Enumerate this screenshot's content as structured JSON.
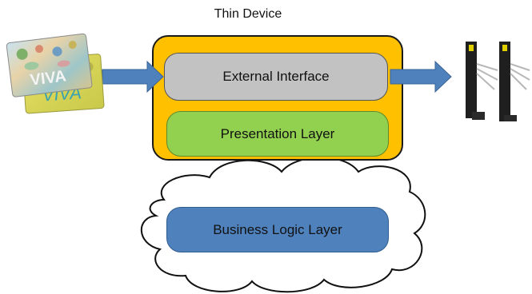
{
  "diagram": {
    "title": "Thin Device",
    "blocks": {
      "external_interface": "External Interface",
      "presentation_layer": "Presentation Layer",
      "business_logic_layer": "Business Logic Layer"
    },
    "card": {
      "text_front": "VIVA",
      "text_back": "VIVA"
    },
    "colors": {
      "device": "#ffc000",
      "external_interface": "#c2c2c2",
      "presentation_layer": "#92d050",
      "business_logic_layer": "#4f81bd",
      "arrow": "#4f81bd"
    },
    "icons": {
      "input": "smart-card-icon",
      "output": "turnstile-icon",
      "environment": "cloud-shape"
    }
  }
}
